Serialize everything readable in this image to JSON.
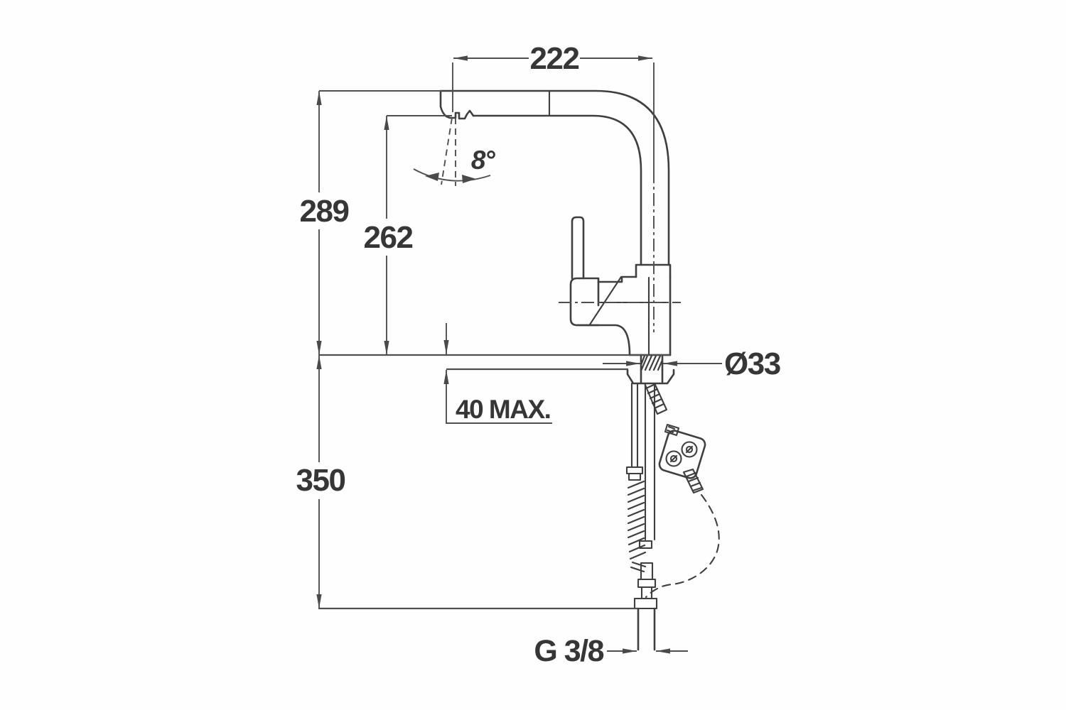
{
  "drawing": {
    "colors": {
      "outline": "#3f3f3f",
      "dimension": "#4f4f4f",
      "text": "#363636"
    },
    "dimensions": {
      "spout_reach": "222",
      "spray_angle": "8°",
      "height_to_spout_top": "289",
      "height_to_outlet": "262",
      "base_diameter": "Ø33",
      "deck_thickness_max": "40 MAX.",
      "clearance_below_deck": "350",
      "supply_connection": "G 3/8"
    }
  }
}
